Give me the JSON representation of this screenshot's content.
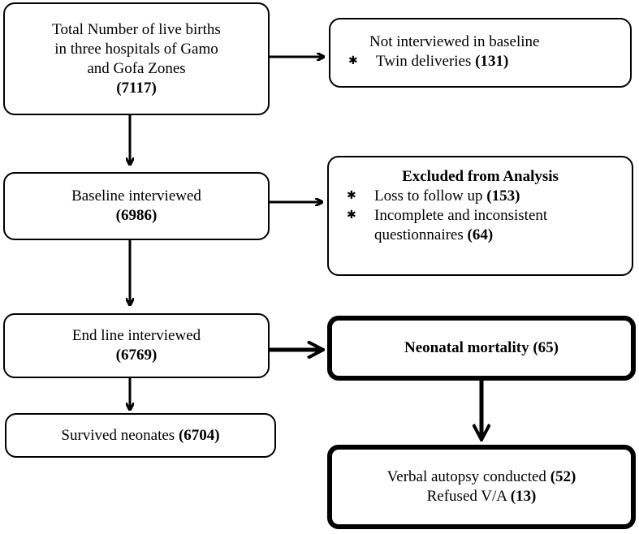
{
  "boxes": {
    "total": {
      "lines": [
        "Total Number of live births",
        "in three hospitals of Gamo",
        "and Gofa Zones"
      ],
      "count": "(7117)"
    },
    "not_interviewed": {
      "title": "Not interviewed in baseline",
      "item": "Twin deliveries",
      "count": "(131)"
    },
    "baseline": {
      "label": "Baseline interviewed",
      "count": "(6986)"
    },
    "excluded": {
      "title": "Excluded from Analysis",
      "item1": "Loss to follow up",
      "item1_count": "(153)",
      "item2_line1": "Incomplete and inconsistent",
      "item2_line2": "questionnaires",
      "item2_count": "(64)"
    },
    "endline": {
      "label": "End line interviewed",
      "count": "(6769)"
    },
    "neonatal": {
      "label": "Neonatal mortality",
      "count": "(65)"
    },
    "survived": {
      "label": "Survived neonates",
      "count": "(6704)"
    },
    "verbal": {
      "line1": "Verbal autopsy conducted",
      "count1": "(52)",
      "line2": "Refused V/A",
      "count2": "(13)"
    }
  },
  "bullet_glyph": "✱"
}
